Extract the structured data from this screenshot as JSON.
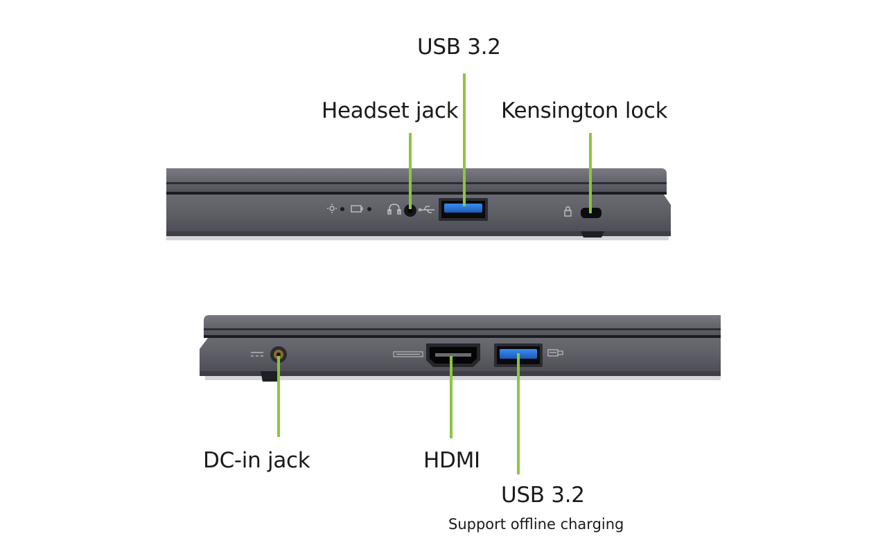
{
  "colors": {
    "leader": "#8dc63f",
    "chassis": "#5b5c63",
    "usb_blue": "#1f6fd1"
  },
  "top_view": {
    "labels": {
      "usb": "USB 3.2",
      "headset": "Headset jack",
      "kensington": "Kensington lock"
    },
    "icons": [
      "light-icon",
      "battery-icon",
      "headset-icon",
      "usb-icon",
      "lock-icon"
    ]
  },
  "bottom_view": {
    "labels": {
      "dc_in": "DC-in jack",
      "hdmi": "HDMI",
      "usb": "USB 3.2",
      "usb_note": "Support offline charging"
    },
    "icons": [
      "power-icon",
      "hdmi-icon",
      "charging-icon"
    ]
  }
}
